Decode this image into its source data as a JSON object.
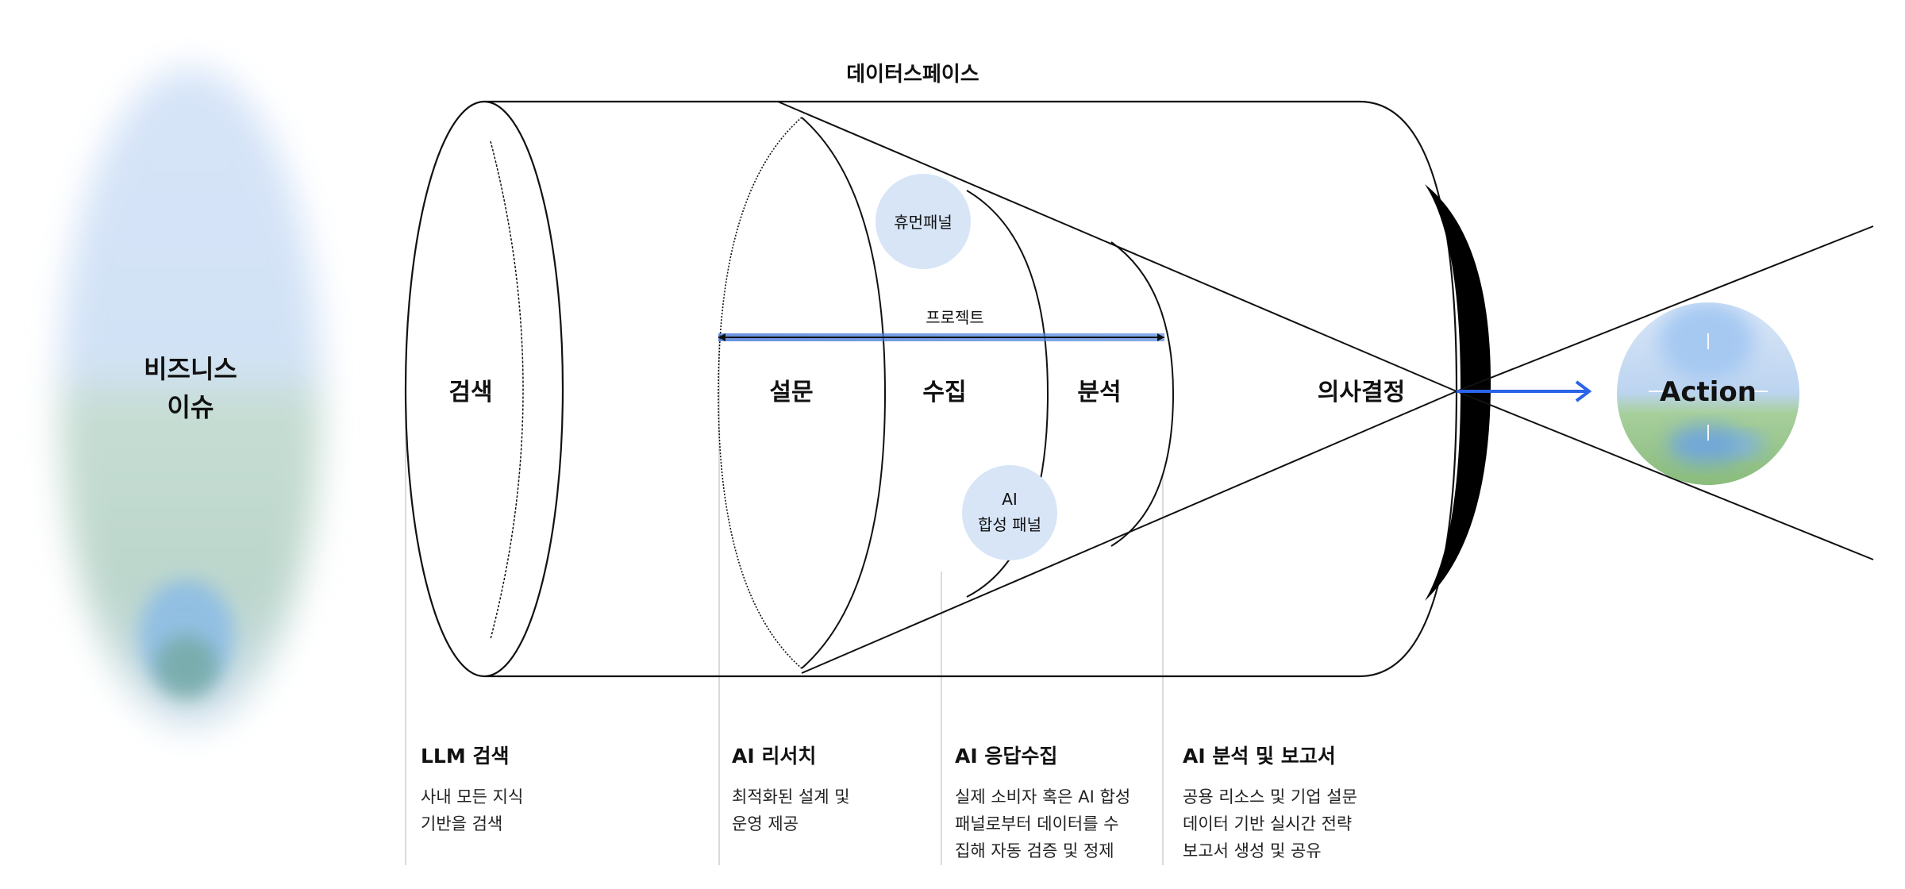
{
  "diagram": {
    "space_title": "데이터스페이스",
    "business_issue": {
      "line1": "비즈니스",
      "line2": "이슈"
    },
    "stages": {
      "search": "검색",
      "survey": "설문",
      "collect": "수집",
      "analyze": "분석",
      "decision": "의사결정"
    },
    "prompt_label": "프로젝트",
    "bubbles": {
      "human_panel": "휴먼패널",
      "ai_panel_line1": "AI",
      "ai_panel_line2": "합성 패널"
    },
    "action_label": "Action",
    "colors": {
      "accent_blue": "#2a64e8",
      "bubble_fill": "#d7e5f7"
    }
  },
  "captions": [
    {
      "title": "LLM 검색",
      "desc": "사내 모든 지식\n기반을 검색"
    },
    {
      "title": "AI 리서치",
      "desc": "최적화된 설계 및\n운영 제공"
    },
    {
      "title": "AI 응답수집",
      "desc": "실제 소비자 혹은 AI 합성\n패널로부터 데이터를 수\n집해 자동 검증 및 정제"
    },
    {
      "title": "AI 분석 및 보고서",
      "desc": "공용 리소스 및 기업 설문\n데이터 기반 실시간 전략\n보고서 생성 및 공유"
    }
  ]
}
